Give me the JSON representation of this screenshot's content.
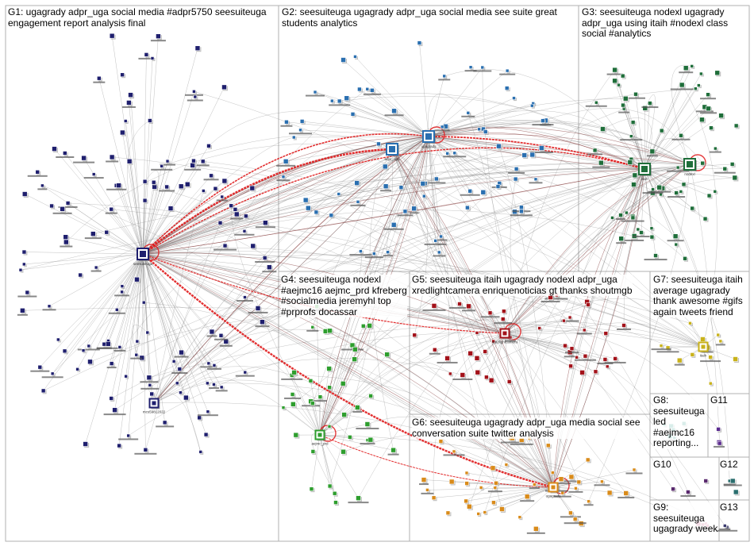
{
  "graph": {
    "colors": {
      "edge": "#8c8c8c",
      "edge_strong": "#e0191b",
      "edge_dark": "#7a2a2a",
      "box_border": "#b0b0b0",
      "background": "#ffffff"
    },
    "groups": [
      {
        "id": "G1",
        "label": "G1: ugagrady adpr_uga social media #adpr5750 seesuiteuga\nengagement report analysis final",
        "color": "#1f1f6e",
        "node_count": 130
      },
      {
        "id": "G2",
        "label": "G2: seesuiteuga ugagrady adpr_uga social media see suite great\nstudents analytics",
        "color": "#2a6fb0",
        "node_count": 75
      },
      {
        "id": "G3",
        "label": "G3: seesuiteuga nodexl ugagrady\nadpr_uga using itaih #nodexl class\nsocial #analytics",
        "color": "#1f6e3a",
        "node_count": 70
      },
      {
        "id": "G4",
        "label": "G4: seesuiteuga nodexl\n#aejmc16 aejmc_prd kfreberg\n#socialmedia jeremyhl top\n#prprofs docassar",
        "color": "#2e9e2e",
        "node_count": 40
      },
      {
        "id": "G5",
        "label": "G5: seesuiteuga itaih ugagrady nodexl adpr_uga\nxredlightcamera enriquenoticias gt thanks shoutmgb",
        "color": "#a3121a",
        "node_count": 45
      },
      {
        "id": "G6",
        "label": "G6: seesuiteuga ugagrady adpr_uga media social see\nconversation suite twitter analysis",
        "color": "#d98b1a",
        "node_count": 45
      },
      {
        "id": "G7",
        "label": "G7: seesuiteuga itaih\naverage ugagrady\nthank awesome #gifs\nagain tweets friend",
        "color": "#c9b21a",
        "node_count": 12
      },
      {
        "id": "G8",
        "label": "G8:\nseesuiteuga\nled\n#aejmc16\nreporting...",
        "color": "#2d9a8a",
        "node_count": 6
      },
      {
        "id": "G9",
        "label": "G9:\nseesuiteuga\nugagrady week",
        "color": "#c9497a",
        "node_count": 4
      },
      {
        "id": "G10",
        "label": "G10",
        "color": "#5a2a6e",
        "node_count": 3
      },
      {
        "id": "G11",
        "label": "G11",
        "color": "#5a2a8e",
        "node_count": 3
      },
      {
        "id": "G12",
        "label": "G12",
        "color": "#2a6e6e",
        "node_count": 3
      },
      {
        "id": "G13",
        "label": "G13",
        "color": "#3a3a6e",
        "node_count": 2
      }
    ],
    "hubs": [
      {
        "name": "seesuiteuga",
        "group": "G1",
        "label": "seesuiteuga"
      },
      {
        "name": "ugagrady",
        "group": "G2",
        "label": "ugagrady"
      },
      {
        "name": "adpr_uga",
        "group": "G2",
        "label": "adpr_uga"
      },
      {
        "name": "itaih",
        "group": "G3",
        "label": "itaih"
      },
      {
        "name": "nodexl",
        "group": "G3",
        "label": "nodexl"
      },
      {
        "name": "G1-secondary",
        "group": "G1",
        "label": "mcs59812022"
      },
      {
        "name": "G4-hub",
        "group": "G4",
        "label": "aejmc_prd"
      },
      {
        "name": "G5-hub",
        "group": "G5",
        "label": "xredlightcamera"
      },
      {
        "name": "G6-hub",
        "group": "G6",
        "label": "ugagrady"
      },
      {
        "name": "G7-hub",
        "group": "G7",
        "label": "itaih"
      }
    ]
  }
}
